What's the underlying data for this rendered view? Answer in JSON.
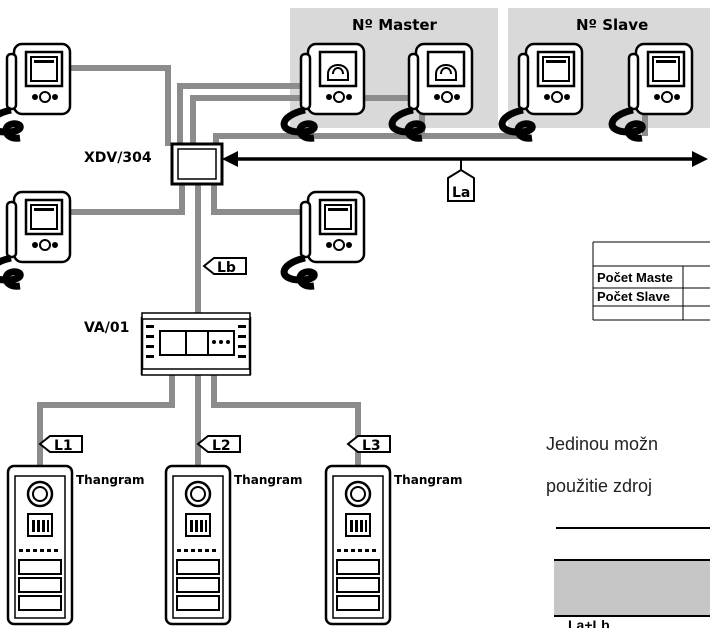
{
  "groups": {
    "master_title": "Nº Master",
    "slave_title": "Nº Slave"
  },
  "labels": {
    "xdv": "XDV/304",
    "va": "VA/01",
    "la": "La",
    "lb": "Lb",
    "l1": "L1",
    "l2": "L2",
    "l3": "L3",
    "thangram": "Thangram"
  },
  "table": {
    "row1": "Počet Maste",
    "row2": "Počet Slave"
  },
  "paragraph": {
    "line1": "Jedinou možn",
    "line2": "použitie zdroj"
  },
  "bottom_table": {
    "row": "La+Lb"
  },
  "colors": {
    "group_bg": "#d9d9d9",
    "wire": "#8c8c8c",
    "header_fill": "#c6c6c6"
  }
}
